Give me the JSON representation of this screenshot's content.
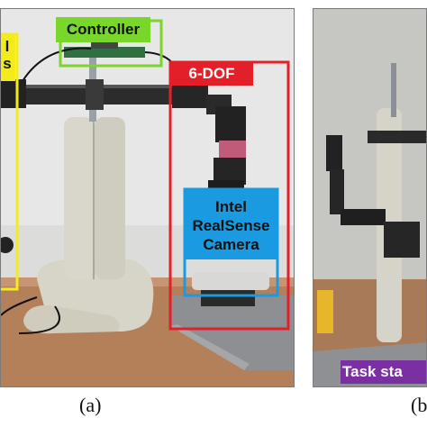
{
  "figure": {
    "panel_a": {
      "caption": "(a)",
      "labels": {
        "controller": "Controller",
        "six_dof": "6-DOF",
        "camera_line1": "Intel",
        "camera_line2": "RealSense",
        "camera_line3": "Camera",
        "left_cut_line1": "l",
        "left_cut_line2": "s"
      }
    },
    "panel_b": {
      "caption": "(b",
      "labels": {
        "task_stage": "Task sta"
      }
    },
    "colors": {
      "controller_box": "#79d62b",
      "six_dof_box": "#e3202a",
      "camera_box": "#1a9ae0",
      "left_box": "#f2ec1c",
      "task_box": "#7a2fa3"
    }
  }
}
